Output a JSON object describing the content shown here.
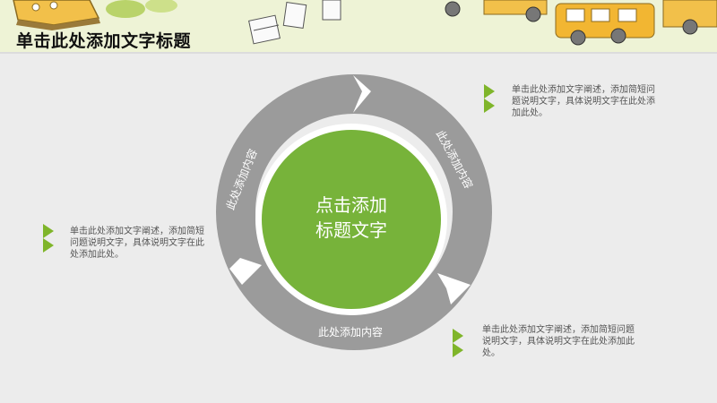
{
  "slide": {
    "title": "单击此处添加文字标题"
  },
  "cycle": {
    "center_line1": "点击添加",
    "center_line2": "标题文字",
    "segment_labels": [
      "此处添加内容",
      "此处添加内容",
      "此处添加内容"
    ]
  },
  "notes": [
    {
      "text": "单击此处添加文字阐述，添加简短问题说明文字，具体说明文字在此处添加此处。"
    },
    {
      "text": "单击此处添加文字阐述，添加简短问题说明文字，具体说明文字在此处添加此处。"
    },
    {
      "text": "单击此处添加文字阐述，添加简短问题说明文字，具体说明文字在此处添加此处。"
    }
  ],
  "colors": {
    "ring": "#9b9b9b",
    "center": "#77b33a",
    "accent": "#7fb52a",
    "background": "#ececec"
  }
}
